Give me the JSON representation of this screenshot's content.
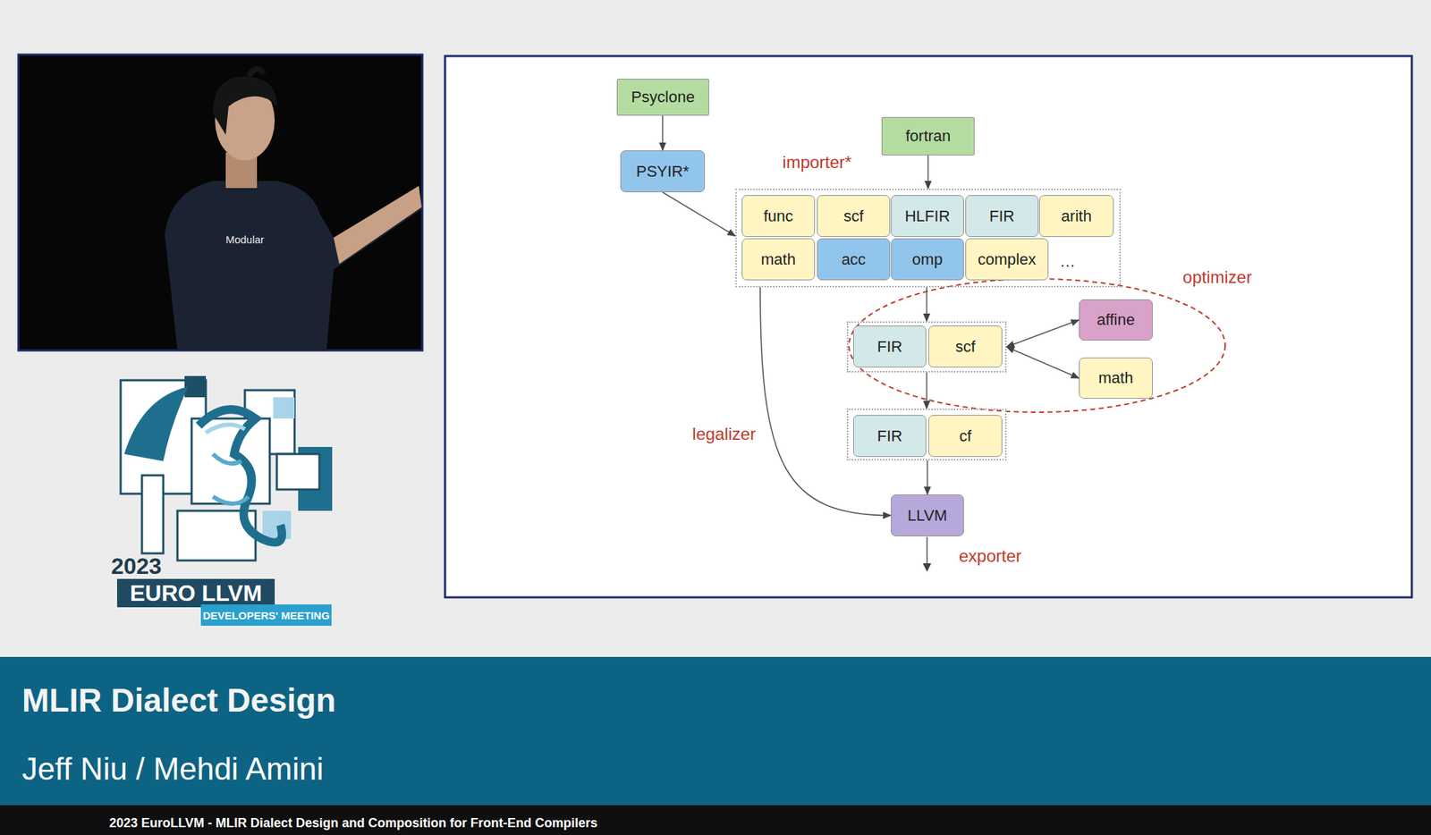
{
  "diagram": {
    "title": "MLIR Dialect Design",
    "caption": "2023 EuroLLVM - MLIR Dialect Design and Composition for Front-End Compilers",
    "nodes": [
      {
        "text": [
          "Psyclone"
        ]
      },
      {
        "text": [
          "PSYIR*"
        ]
      },
      {
        "text": [
          "fortran"
        ]
      },
      {
        "text": []
      },
      {
        "text": [
          "func"
        ],
        "in": 3
      },
      {
        "text": [
          "scf"
        ],
        "in": 3
      },
      {
        "text": [
          "HLFIR"
        ],
        "in": 3
      },
      {
        "text": [
          "FIR"
        ],
        "in": 3
      },
      {
        "text": [
          "arith"
        ],
        "in": 3
      },
      {
        "text": [
          "math"
        ],
        "in": 3
      },
      {
        "text": [
          "acc"
        ],
        "in": 3
      },
      {
        "text": [
          "omp"
        ],
        "in": 3
      },
      {
        "text": [
          "complex"
        ],
        "in": 3
      },
      {
        "text": []
      },
      {
        "text": [
          "FIR"
        ],
        "in": 13
      },
      {
        "text": [
          "scf"
        ],
        "in": 13
      },
      {
        "text": [
          "affine"
        ]
      },
      {
        "text": [
          "math"
        ]
      },
      {
        "text": []
      },
      {
        "text": [
          "FIR"
        ],
        "in": 18
      },
      {
        "text": [
          "cf"
        ],
        "in": 18
      },
      {
        "text": [
          "LLVM"
        ]
      }
    ],
    "edges": [
      {
        "from": 0,
        "to": 1,
        "arrow": "to"
      },
      {
        "from": 1,
        "to": 3,
        "arrow": "to"
      },
      {
        "from": 2,
        "to": 3,
        "arrow": "to"
      },
      {
        "from": 3,
        "to": 13,
        "arrow": "to"
      },
      {
        "from": 13,
        "to": 16,
        "arrow": "both"
      },
      {
        "from": 13,
        "to": 17,
        "arrow": "both"
      },
      {
        "from": 13,
        "to": 18,
        "arrow": "to"
      },
      {
        "from": 18,
        "to": 21,
        "arrow": "to"
      },
      {
        "from": 3,
        "to": 21,
        "arrow": "to"
      }
    ],
    "labels": [
      "importer*",
      "…",
      "optimizer",
      "legalizer",
      "exporter",
      "Modular",
      "2023",
      "EURO LLVM",
      "DEVELOPERS' MEETING",
      "Jeff Niu / Mehdi Amini"
    ]
  }
}
